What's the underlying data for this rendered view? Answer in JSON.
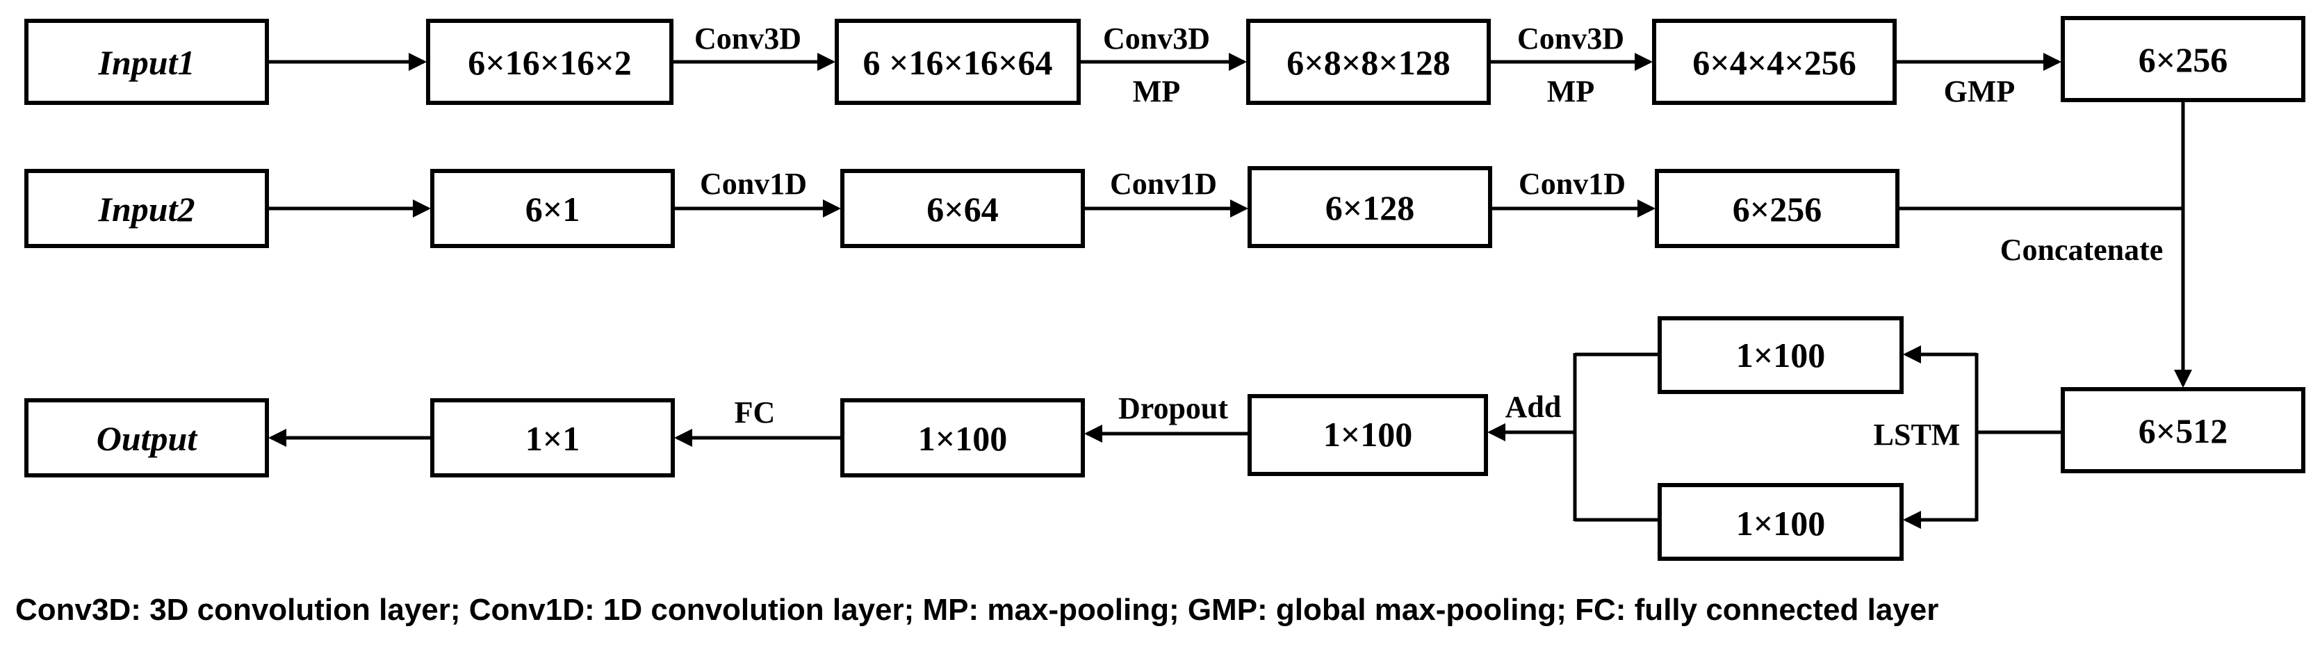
{
  "nodes": {
    "input1": "Input1",
    "input2": "Input2",
    "output": "Output",
    "r1_b1": "6×16×16×2",
    "r1_b2": "6 ×16×16×64",
    "r1_b3": "6×8×8×128",
    "r1_b4": "6×4×4×256",
    "r1_b5": "6×256",
    "r2_b1": "6×1",
    "r2_b2": "6×64",
    "r2_b3": "6×128",
    "r2_b4": "6×256",
    "concat_out": "6×512",
    "lstm_top": "1×100",
    "lstm_bottom": "1×100",
    "add_out": "1×100",
    "dropout_out": "1×100",
    "fc_out": "1×1"
  },
  "edges": {
    "r1_e1": "Conv3D",
    "r1_e2_top": "Conv3D",
    "r1_e2_bottom": "MP",
    "r1_e3_top": "Conv3D",
    "r1_e3_bottom": "MP",
    "r1_e4": "GMP",
    "r2_e1": "Conv1D",
    "r2_e2": "Conv1D",
    "r2_e3": "Conv1D",
    "concatenate": "Concatenate",
    "lstm": "LSTM",
    "add": "Add",
    "dropout": "Dropout",
    "fc": "FC"
  },
  "legend": "Conv3D: 3D convolution layer; Conv1D: 1D convolution layer; MP: max-pooling; GMP: global max-pooling; FC: fully connected layer"
}
